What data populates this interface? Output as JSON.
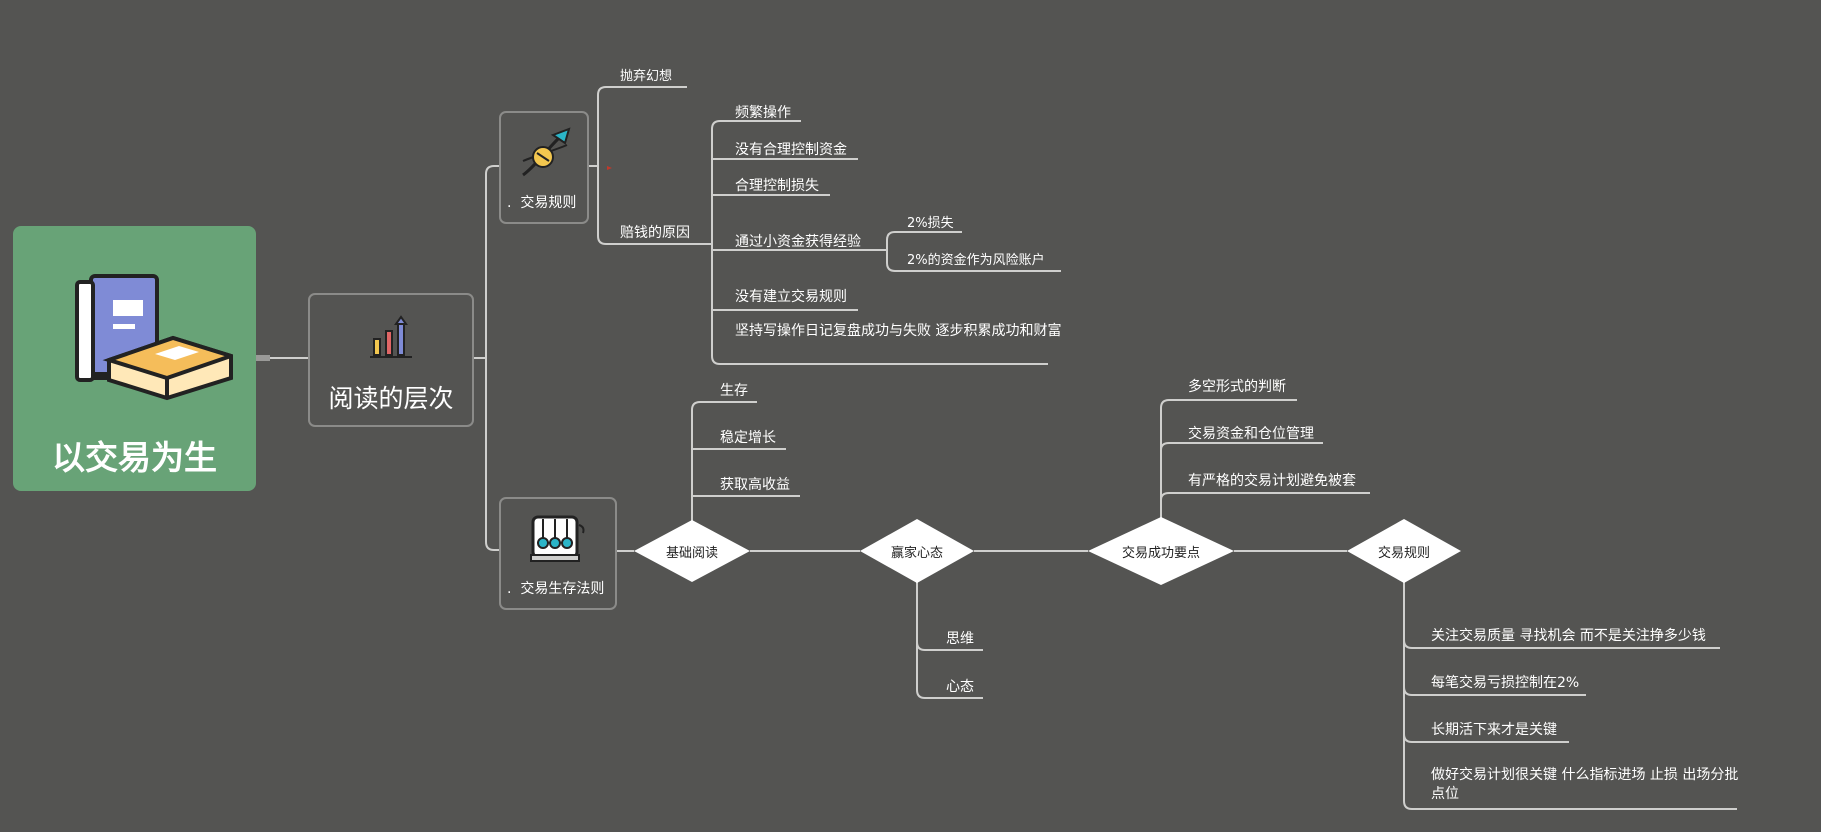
{
  "root": {
    "title": "以交易为生",
    "icon": "books-icon"
  },
  "level1": {
    "title": "阅读的层次",
    "icon": "bar-chart-icon"
  },
  "rules_branch": {
    "caption": "交易规则",
    "icon": "dna-icon",
    "children": {
      "abandon": "抛弃幻想",
      "loss_reasons": {
        "label": "赔钱的原因",
        "items": {
          "frequent": "频繁操作",
          "no_capital_control": "没有合理控制资金",
          "control_loss": "合理控制损失",
          "small_capital": "通过小资金获得经验",
          "no_rules": "没有建立交易规则",
          "journal": "坚持写操作日记复盘成功与失败 逐步积累成功和财富"
        },
        "small_capital_children": {
          "loss2": "2%损失",
          "risk_account": "2%的资金作为风险账户"
        }
      }
    }
  },
  "survival_branch": {
    "caption": "交易生存法则",
    "icon": "newtons-cradle-icon",
    "basic_reading": {
      "label": "基础阅读",
      "items": {
        "survive": "生存",
        "steady": "稳定增长",
        "high_return": "获取高收益"
      }
    },
    "winner_mindset": {
      "label": "赢家心态",
      "items": {
        "thinking": "思维",
        "mentality": "心态"
      }
    },
    "success_points": {
      "label": "交易成功要点",
      "items": {
        "long_short": "多空形式的判断",
        "capital_position": "交易资金和仓位管理",
        "strict_plan": "有严格的交易计划避免被套"
      }
    },
    "trade_rules": {
      "label": "交易规则",
      "items": {
        "quality": "关注交易质量 寻找机会 而不是关注挣多少钱",
        "loss_limit": "每笔交易亏损控制在2%",
        "long_term": "长期活下来才是关键",
        "plan": "做好交易计划很关键 什么指标进场 止损 出场分批点位"
      }
    }
  },
  "colors": {
    "background": "#545452",
    "root_fill": "#68a377",
    "line": "#cfcfcd",
    "card_border": "#8b8b89",
    "diamond": "#ffffff"
  }
}
